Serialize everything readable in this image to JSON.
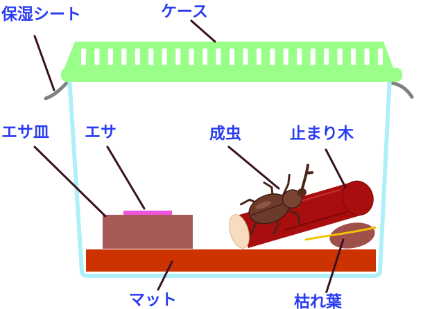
{
  "labels": {
    "moisture_sheet": "保湿シート",
    "case": "ケース",
    "food_dish": "エサ皿",
    "food": "エサ",
    "adult_beetle": "成虫",
    "perch_wood": "止まり木",
    "mat": "マット",
    "dead_leaves": "枯れ葉"
  },
  "colors": {
    "label_text": "#2a3cf0",
    "leader_line": "#3a1020",
    "case_lid": "#99ff88",
    "case_wall": "#aef0f8",
    "moisture_sheet": "#808080",
    "mat": "#cc3300",
    "food_dish": "#a85a58",
    "food": "#ee55dd",
    "perch_wood": "#a80e0e",
    "wood_cut_end": "#f8dcc0",
    "dead_leaf": "#a0504a",
    "leaf_stem": "#f2c200",
    "beetle": "#6b3a2a"
  }
}
